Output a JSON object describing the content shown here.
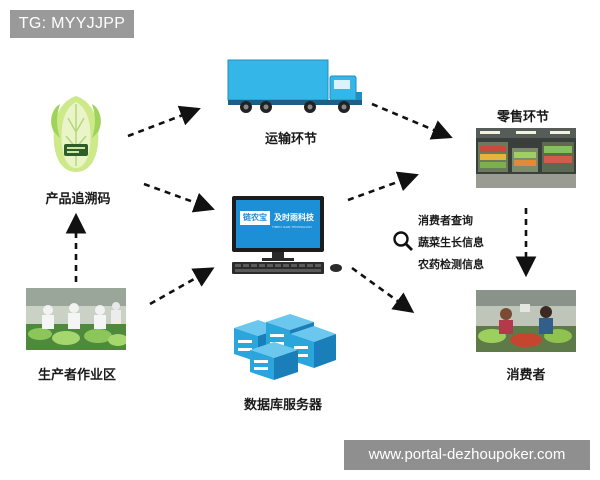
{
  "badge": "TG: MYYJJPP",
  "watermark": "www.portal-dezhoupoker.com",
  "nodes": {
    "transport": "运输环节",
    "retail": "零售环节",
    "trace_code": "产品追溯码",
    "producer": "生产者作业区",
    "database": "数据库服务器",
    "consumer": "消费者"
  },
  "monitor": {
    "logo": "链农宝",
    "company": "及时雨科技",
    "subtitle": "TIMELY RAIN TECHNOLOGY"
  },
  "info": {
    "items": [
      "消费者查询",
      "蔬菜生长信息",
      "农药检测信息"
    ],
    "icon": "magnifier-icon"
  },
  "colors": {
    "truck": "#35b6e8",
    "server": "#2ba6dd",
    "screen": "#1c8fd6",
    "arrow": "#111111",
    "badge_bg": "#9a9a9a"
  }
}
